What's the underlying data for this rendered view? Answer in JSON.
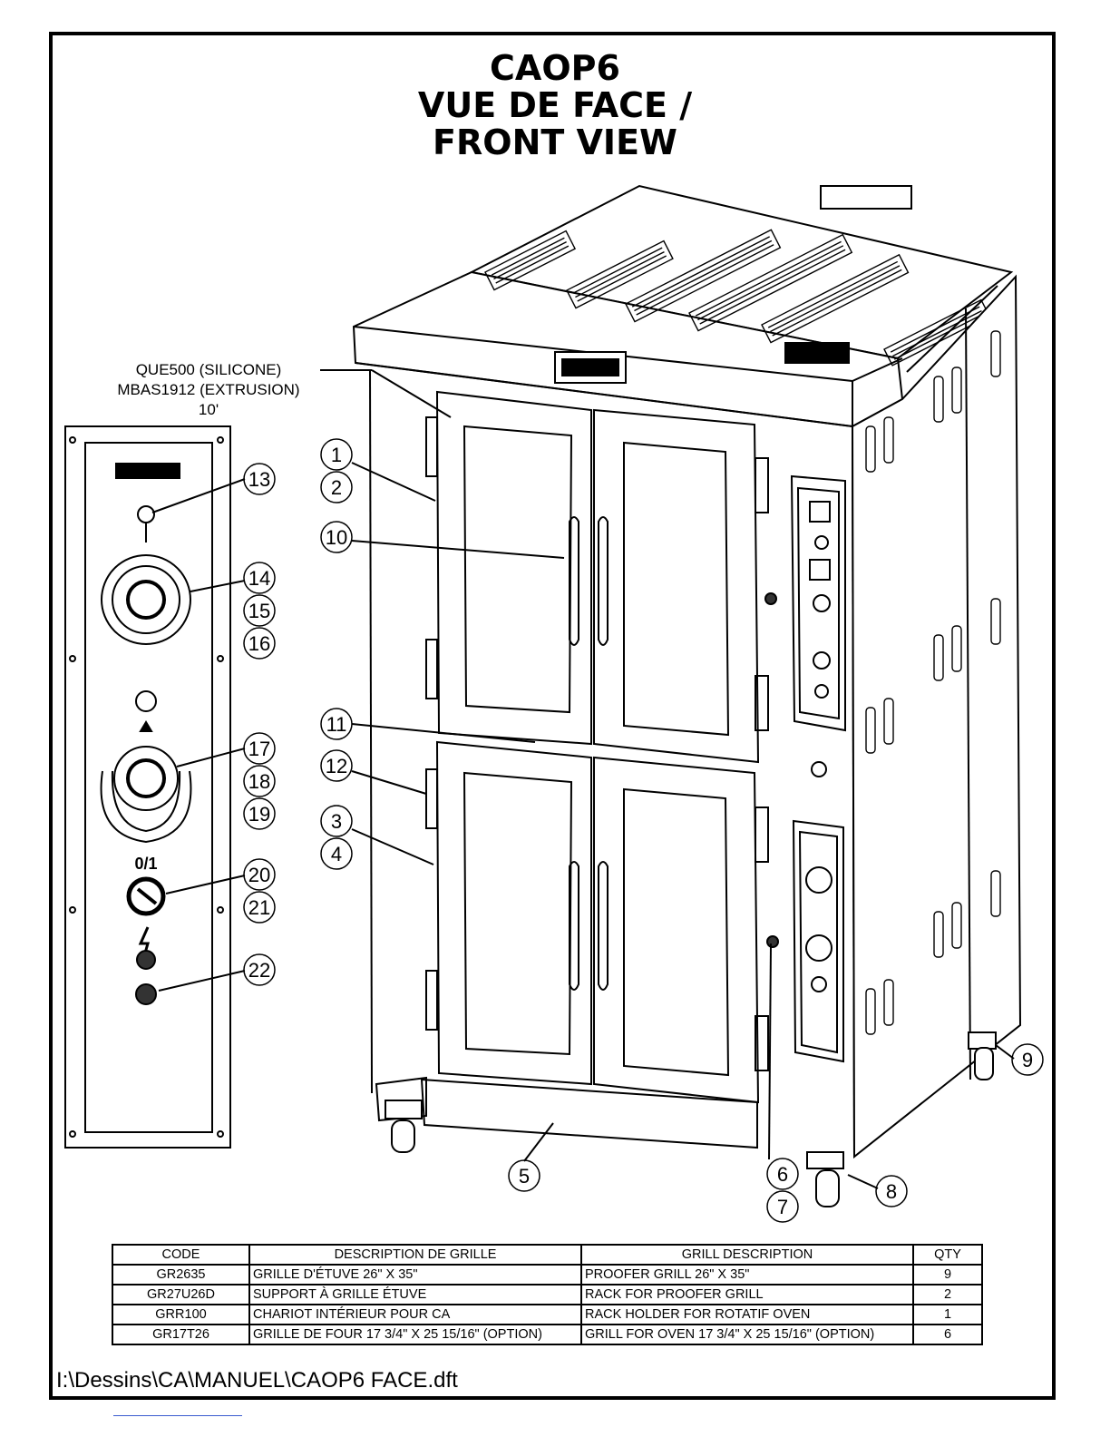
{
  "header": {
    "title_line1": "CAOP6",
    "title_line2": "VUE DE FACE /",
    "title_line3": "FRONT VIEW"
  },
  "notes": {
    "gasket_line1": "QUE500 (SILICONE)",
    "gasket_line2": "MBAS1912 (EXTRUSION)",
    "gasket_line3": "10'"
  },
  "callouts": [
    "1",
    "2",
    "3",
    "4",
    "5",
    "6",
    "7",
    "8",
    "9",
    "10",
    "11",
    "12",
    "13",
    "14",
    "15",
    "16",
    "17",
    "18",
    "19",
    "20",
    "21",
    "22"
  ],
  "panel": {
    "switch_label": "0/1"
  },
  "grill_table": {
    "headers": [
      "CODE",
      "DESCRIPTION DE GRILLE",
      "GRILL DESCRIPTION",
      "QTY"
    ],
    "rows": [
      [
        "GR2635",
        "GRILLE D'ÉTUVE 26\" X 35\"",
        "PROOFER GRILL 26\" X 35\"",
        "9"
      ],
      [
        "GR27U26D",
        "SUPPORT À GRILLE ÉTUVE",
        "RACK FOR PROOFER GRILL",
        "2"
      ],
      [
        "GRR100",
        "CHARIOT INTÉRIEUR POUR CA",
        "RACK HOLDER FOR ROTATIF OVEN",
        "1"
      ],
      [
        "GR17T26",
        "GRILLE DE FOUR 17 3/4\" X 25 15/16\"  (OPTION)",
        "GRILL FOR OVEN 17 3/4\" X 25 15/16\"  (OPTION)",
        "6"
      ]
    ]
  },
  "footer": {
    "file_path": "I:\\Dessins\\CA\\MANUEL\\CAOP6 FACE.dft"
  }
}
